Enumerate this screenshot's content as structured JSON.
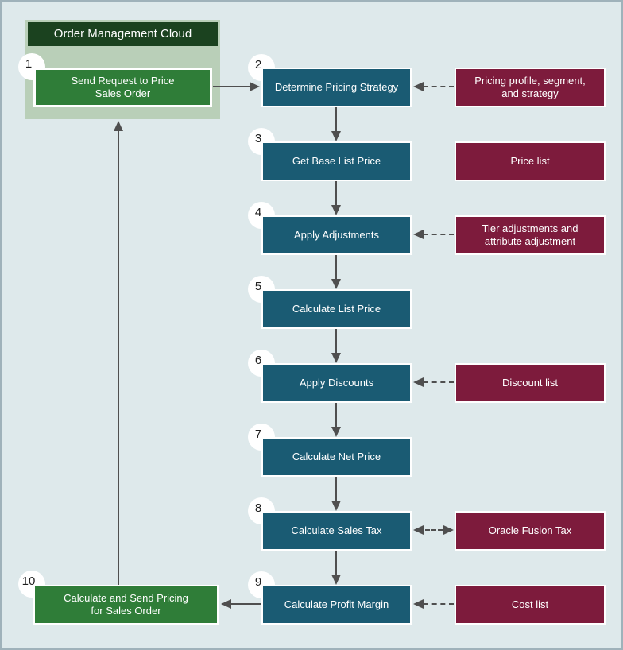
{
  "palette": {
    "bg": "#dee9eb",
    "edge": "#9fb2ba",
    "teal": "#1a5b73",
    "maroon": "#7d1b3c",
    "green": "#2f7d38",
    "dark_green": "#1b421f",
    "light_green": "#b9cfb8",
    "arrow": "#4f4f4f"
  },
  "panel": {
    "title": "Order Management Cloud"
  },
  "steps": {
    "s1": {
      "num": "1",
      "label": "Send Request to Price\nSales Order"
    },
    "s2": {
      "num": "2",
      "label": "Determine Pricing Strategy"
    },
    "s3": {
      "num": "3",
      "label": "Get Base List Price"
    },
    "s4": {
      "num": "4",
      "label": "Apply Adjustments"
    },
    "s5": {
      "num": "5",
      "label": "Calculate List Price"
    },
    "s6": {
      "num": "6",
      "label": "Apply Discounts"
    },
    "s7": {
      "num": "7",
      "label": "Calculate Net Price"
    },
    "s8": {
      "num": "8",
      "label": "Calculate Sales Tax"
    },
    "s9": {
      "num": "9",
      "label": "Calculate Profit Margin"
    },
    "s10": {
      "num": "10",
      "label": "Calculate and Send Pricing\nfor Sales Order"
    }
  },
  "sources": {
    "pricing_profile": {
      "label": "Pricing profile, segment,\nand strategy"
    },
    "price_list": {
      "label": "Price list"
    },
    "tier_adjustments": {
      "label": "Tier adjustments and\nattribute adjustment"
    },
    "discount_list": {
      "label": "Discount list"
    },
    "oracle_fusion_tax": {
      "label": "Oracle Fusion Tax"
    },
    "cost_list": {
      "label": "Cost list"
    }
  }
}
